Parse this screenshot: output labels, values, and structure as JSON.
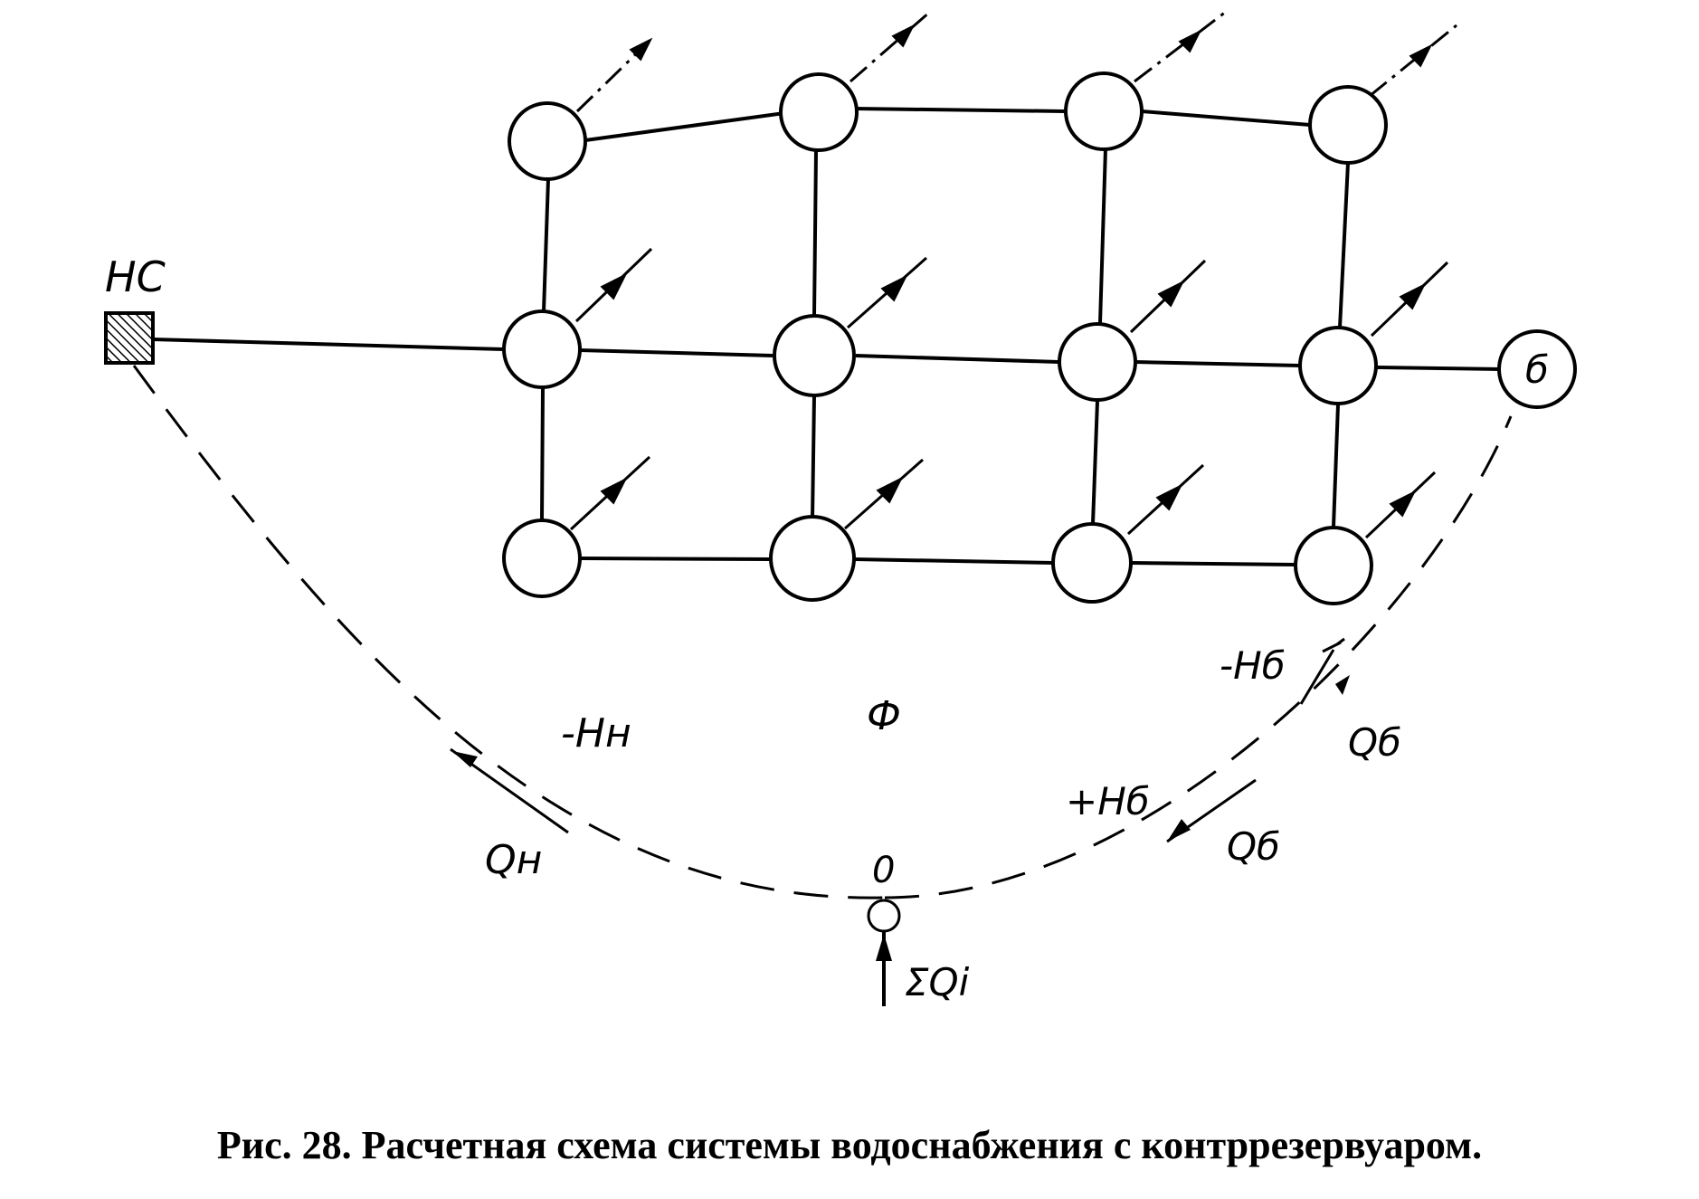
{
  "diagram": {
    "labels": {
      "pump_station": "НС",
      "tower": "б",
      "fictitious_region": "Ф",
      "zero_node": "0",
      "h_pump": "-Hн",
      "q_pump": "Qн",
      "h_tower_minus": "-Hб",
      "q_tower_upper": "Qб",
      "h_tower_plus": "+Hб",
      "q_tower_lower": "Qб",
      "sum_q": "ΣQi"
    },
    "grid": {
      "rows": 3,
      "columns": 4
    }
  },
  "caption": "Рис. 28. Расчетная схема системы водоснабжения с контррезервуаром."
}
